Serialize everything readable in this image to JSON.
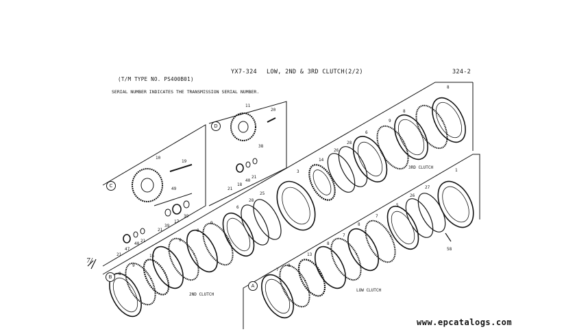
{
  "header": {
    "page_code": "YX7-324",
    "title": "LOW, 2ND & 3RD CLUTCH(2/2)",
    "page_number": "324-2",
    "tm_type": "(T/M TYPE NO. PS400B01)",
    "serial_note": "SERIAL NUMBER INDICATES THE TRANSMISSION SERIAL NUMBER."
  },
  "sections": {
    "A": "A",
    "B": "B",
    "C": "C",
    "D": "D"
  },
  "clutch_labels": {
    "third": "3RD CLUTCH",
    "second": "2ND CLUTCH",
    "low": "LOW CLUTCH"
  },
  "part_numbers": {
    "top_row": [
      "8",
      "8",
      "9",
      "6",
      "28",
      "26",
      "14",
      "3"
    ],
    "right_row": [
      "1",
      "27",
      "26",
      "5",
      "7",
      "8",
      "58"
    ],
    "mid_row": [
      "25",
      "28",
      "6",
      "9",
      "8",
      "9",
      "15",
      "9",
      "8"
    ],
    "low_row": [
      "7",
      "8",
      "13",
      "8",
      "7"
    ],
    "inset_c": [
      "10",
      "19",
      "49",
      "39",
      "17",
      "39",
      "21",
      "21",
      "40",
      "47",
      "21"
    ],
    "inset_d": [
      "11",
      "20",
      "38",
      "40",
      "18",
      "21",
      "21"
    ]
  },
  "handwritten_mark": "7/",
  "footer": {
    "url": "www.epcatalogs.com"
  }
}
